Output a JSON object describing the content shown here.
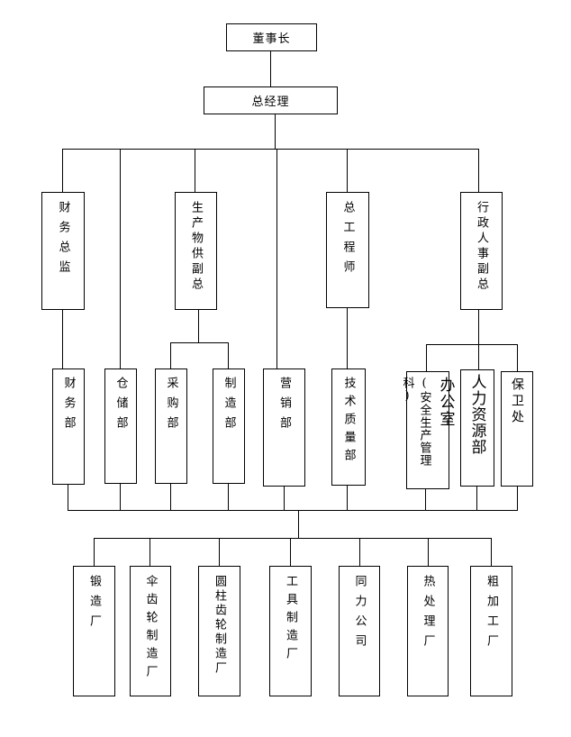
{
  "chairman": "董事长",
  "general_manager": "总经理",
  "level2": {
    "finance_director": "财务总监",
    "production_vp": "生产物供副总",
    "chief_engineer": "总工程师",
    "admin_hr_vp": "行政人事副总"
  },
  "level3": {
    "finance_dept": "财务部",
    "warehouse_dept": "仓储部",
    "purchasing_dept": "采购部",
    "manufacturing_dept": "制造部",
    "sales_dept": "营销部",
    "tech_quality_dept": "技术质量部",
    "office_title": "办公室",
    "office_note": "(安全生产管理科)",
    "hr_dept": "人力资源部",
    "security_dept": "保卫处"
  },
  "plants": {
    "forging": "锻造厂",
    "bevel_gear": "伞齿轮制造厂",
    "cylindrical_gear": "圆柱齿轮制造厂",
    "tools": "工具制造厂",
    "tongli": "同力公司",
    "heat_treatment": "热处理厂",
    "rough_machining": "粗加工厂"
  }
}
